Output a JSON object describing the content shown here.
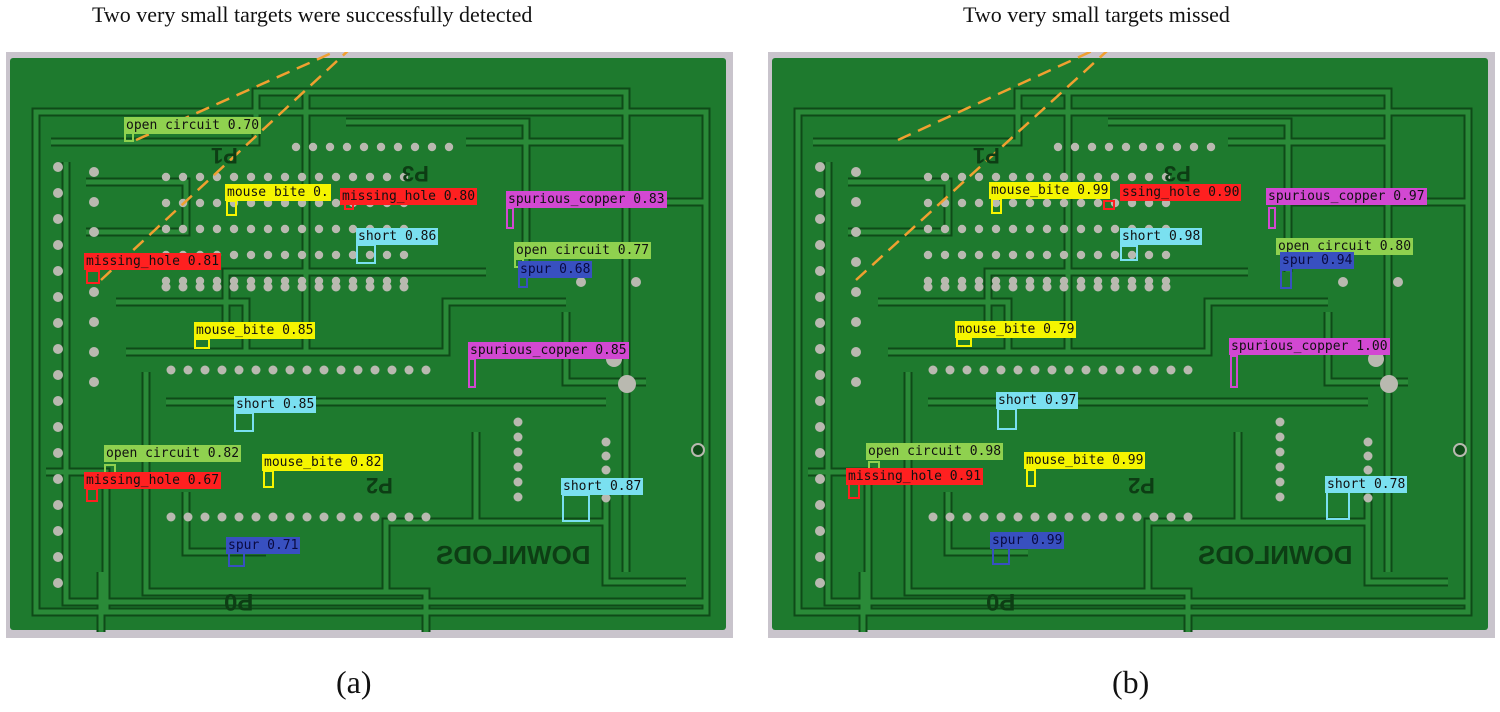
{
  "figure": {
    "panel_a": {
      "caption": "Two very small targets were successfully detected",
      "sublabel": "(a)",
      "silkscreen": [
        "DOWNLODS",
        "P0",
        "P1",
        "P2",
        "P3"
      ],
      "detections": [
        {
          "cls": "open_circuit",
          "label": "open circuit 0.70",
          "color": "#8fd14f"
        },
        {
          "cls": "mouse_bite",
          "label": "mouse bite 0.",
          "color": "#f5f500"
        },
        {
          "cls": "missing_hole",
          "label": "missing_hole 0.80",
          "color": "#ff2020"
        },
        {
          "cls": "spurious_copper",
          "label": "spurious_copper 0.83",
          "color": "#d248d2"
        },
        {
          "cls": "short",
          "label": "short 0.86",
          "color": "#7ae0f0"
        },
        {
          "cls": "open_circuit",
          "label": "open circuit 0.77",
          "color": "#8fd14f"
        },
        {
          "cls": "spur",
          "label": "spur 0.68",
          "color": "#3850c0"
        },
        {
          "cls": "missing_hole",
          "label": "missing_hole 0.81",
          "color": "#ff2020"
        },
        {
          "cls": "mouse_bite",
          "label": "mouse_bite 0.85",
          "color": "#f5f500"
        },
        {
          "cls": "spurious_copper",
          "label": "spurious_copper 0.85",
          "color": "#d248d2"
        },
        {
          "cls": "short",
          "label": "short 0.85",
          "color": "#7ae0f0"
        },
        {
          "cls": "open_circuit",
          "label": "open circuit 0.82",
          "color": "#8fd14f"
        },
        {
          "cls": "mouse_bite",
          "label": "mouse_bite 0.82",
          "color": "#f5f500"
        },
        {
          "cls": "missing_hole",
          "label": "missing_hole 0.67",
          "color": "#ff2020"
        },
        {
          "cls": "short",
          "label": "short 0.87",
          "color": "#7ae0f0"
        },
        {
          "cls": "spur",
          "label": "spur 0.71",
          "color": "#3850c0"
        }
      ]
    },
    "panel_b": {
      "caption": "Two very small targets missed",
      "sublabel": "(b)",
      "silkscreen": [
        "DOWNLODS",
        "P0",
        "P1",
        "P2",
        "P3"
      ],
      "detections": [
        {
          "cls": "mouse_bite",
          "label": "mouse_bite 0.99",
          "color": "#f5f500"
        },
        {
          "cls": "missing_hole",
          "label": "ssing_hole 0.90",
          "color": "#ff2020"
        },
        {
          "cls": "spurious_copper",
          "label": "spurious_copper 0.97",
          "color": "#d248d2"
        },
        {
          "cls": "short",
          "label": "short 0.98",
          "color": "#7ae0f0"
        },
        {
          "cls": "open_circuit",
          "label": "open circuit 0.80",
          "color": "#8fd14f"
        },
        {
          "cls": "spur",
          "label": "spur 0.94",
          "color": "#3850c0"
        },
        {
          "cls": "mouse_bite",
          "label": "mouse_bite 0.79",
          "color": "#f5f500"
        },
        {
          "cls": "spurious_copper",
          "label": "spurious_copper 1.00",
          "color": "#d248d2"
        },
        {
          "cls": "short",
          "label": "short 0.97",
          "color": "#7ae0f0"
        },
        {
          "cls": "open_circuit",
          "label": "open circuit 0.98",
          "color": "#8fd14f"
        },
        {
          "cls": "mouse_bite",
          "label": "mouse_bite 0.99",
          "color": "#f5f500"
        },
        {
          "cls": "missing_hole",
          "label": "missing_hole 0.91",
          "color": "#ff2020"
        },
        {
          "cls": "short",
          "label": "short 0.78",
          "color": "#7ae0f0"
        },
        {
          "cls": "spur",
          "label": "spur 0.99",
          "color": "#3850c0"
        }
      ]
    },
    "colors": {
      "board_green": "#1e7a2e",
      "trace_green": "#2a8a38",
      "pad_silver": "#b9b9b0",
      "annotation_orange": "#f0a030"
    }
  }
}
